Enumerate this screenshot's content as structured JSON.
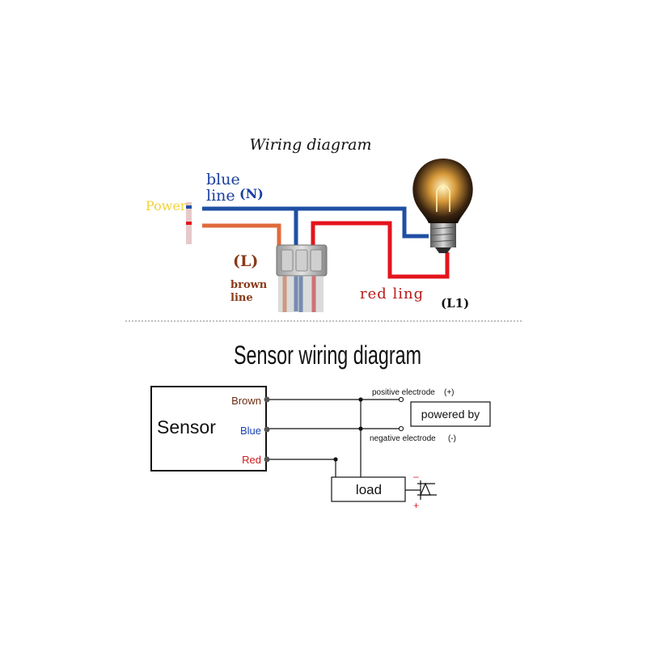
{
  "top_diagram": {
    "title": "Wiring diagram",
    "power_label": "Power",
    "blue_line_label_1": "blue",
    "blue_line_label_2": "line",
    "neutral_label": "(N)",
    "live_label": "(L)",
    "brown_line_label_1": "brown",
    "brown_line_label_2": "line",
    "red_line_label": "red ling",
    "l1_label": "(L1)",
    "colors": {
      "blue_wire": "#1f4fa3",
      "brown_wire": "#e06a3c",
      "red_wire": "#e3141c",
      "power_label": "#f2d23a",
      "label_blue": "#1b3fa0",
      "label_brown": "#8a3a1a",
      "label_red": "#b81a1a"
    }
  },
  "bottom_diagram": {
    "title": "Sensor wiring diagram",
    "sensor_label": "Sensor",
    "terminals": [
      {
        "label": "Brown",
        "color": "#6b2c12"
      },
      {
        "label": "Blue",
        "color": "#1b3fb0"
      },
      {
        "label": "Red",
        "color": "#d01818"
      }
    ],
    "positive_label": "positive electrode",
    "positive_sign": "(+)",
    "negative_label": "negative electrode",
    "negative_sign": "(-)",
    "powered_by_label": "powered by",
    "load_label": "load",
    "minus_mark": "–",
    "plus_mark": "+",
    "mark_color": "#e02020"
  }
}
